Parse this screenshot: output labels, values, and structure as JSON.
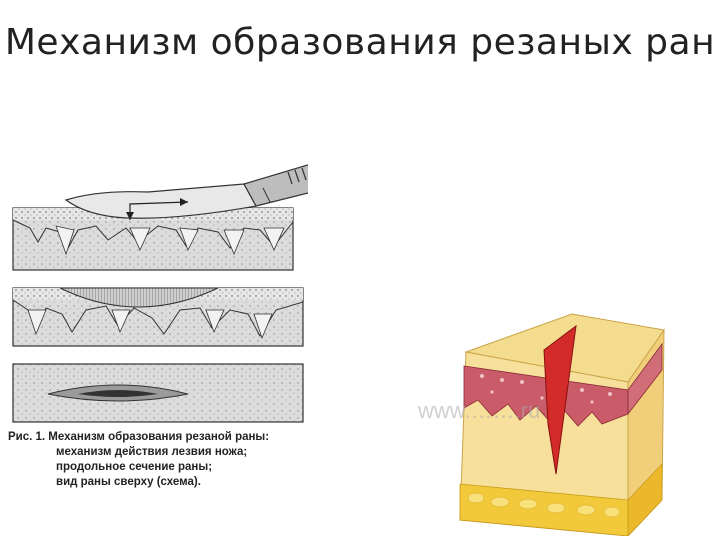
{
  "slide": {
    "title": "Механизм образования резаных ран"
  },
  "figure_left": {
    "caption": {
      "line1": "Рис. 1. Механизм образования резаной раны:",
      "line2": "механизм действия лезвия ножа;",
      "line3": "продольное сечение раны;",
      "line4": "вид раны сверху (схема)."
    }
  },
  "figure_right": {
    "watermark": "www.…….ru"
  }
}
